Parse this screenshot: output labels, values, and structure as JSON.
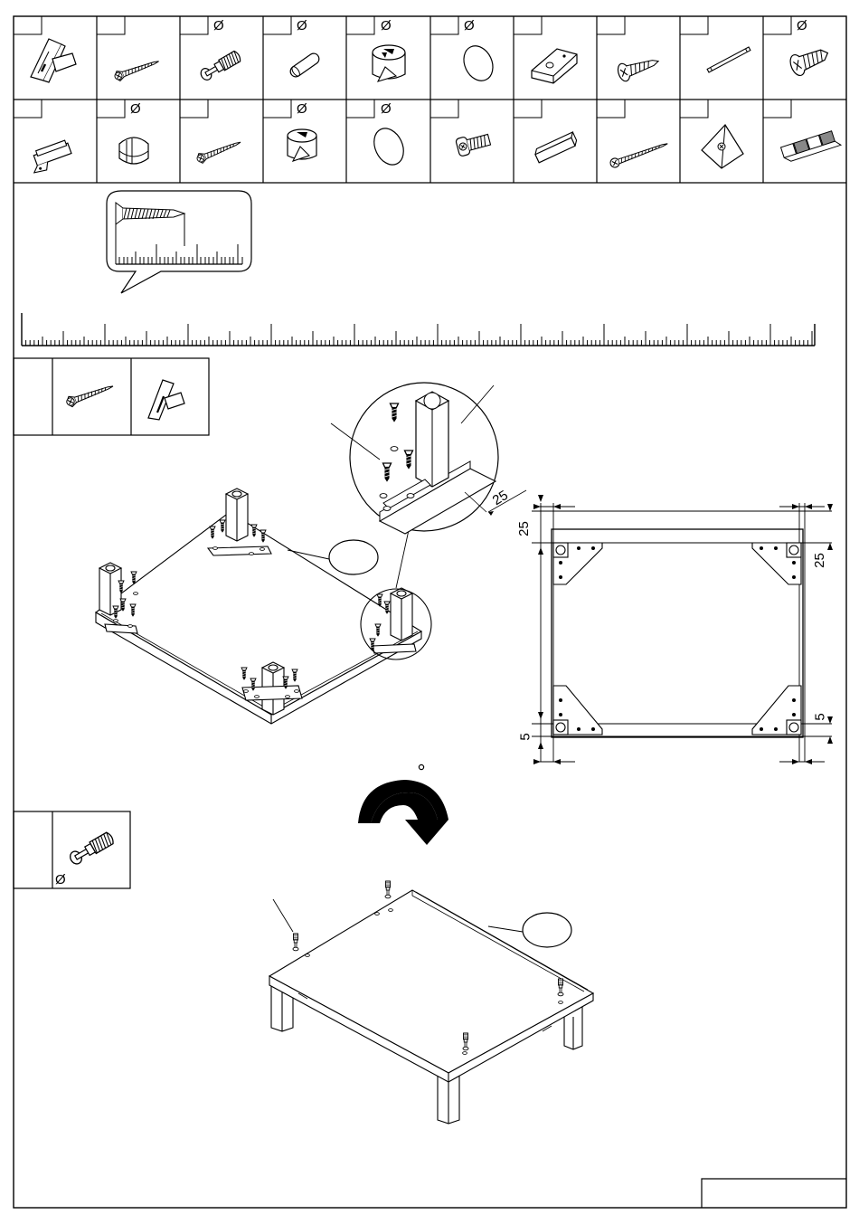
{
  "parts_legend": {
    "row1": [
      {
        "icon": "corner-bracket-icon",
        "diameter_mark": ""
      },
      {
        "icon": "screw-icon",
        "diameter_mark": ""
      },
      {
        "icon": "cam-bolt-icon",
        "diameter_mark": "Ø"
      },
      {
        "icon": "wood-dowel-icon",
        "diameter_mark": "Ø"
      },
      {
        "icon": "cam-lock-icon",
        "diameter_mark": "Ø"
      },
      {
        "icon": "cover-cap-icon",
        "diameter_mark": "Ø"
      },
      {
        "icon": "mounting-bracket-icon",
        "diameter_mark": ""
      },
      {
        "icon": "flat-head-screw-icon",
        "diameter_mark": ""
      },
      {
        "icon": "metal-rod-icon",
        "diameter_mark": ""
      },
      {
        "icon": "wide-screw-icon",
        "diameter_mark": "Ø"
      }
    ],
    "row2": [
      {
        "icon": "hinge-plate-icon",
        "diameter_mark": ""
      },
      {
        "icon": "plastic-plug-icon",
        "diameter_mark": "Ø"
      },
      {
        "icon": "long-screw-icon",
        "diameter_mark": ""
      },
      {
        "icon": "cam-lock-small-icon",
        "diameter_mark": "Ø"
      },
      {
        "icon": "cover-cap-small-icon",
        "diameter_mark": "Ø"
      },
      {
        "icon": "bolt-icon",
        "diameter_mark": ""
      },
      {
        "icon": "wood-block-icon",
        "diameter_mark": ""
      },
      {
        "icon": "thread-screw-icon",
        "diameter_mark": ""
      },
      {
        "icon": "triangle-bracket-icon",
        "diameter_mark": ""
      },
      {
        "icon": "felt-pad-strip-icon",
        "diameter_mark": ""
      }
    ]
  },
  "step1_parts": {
    "screw_icon": "screw-icon",
    "bracket_icon": "corner-bracket-icon"
  },
  "step2_parts": {
    "cam_bolt_icon": "cam-bolt-icon",
    "diameter_mark": "Ø"
  },
  "dimensions": {
    "top_left": "25",
    "top_right": "25",
    "bottom_left": "5",
    "bottom_right": "5",
    "detail": "25"
  },
  "flip_arrow_icon": "rotate-arrow-icon",
  "page_number_box": ""
}
